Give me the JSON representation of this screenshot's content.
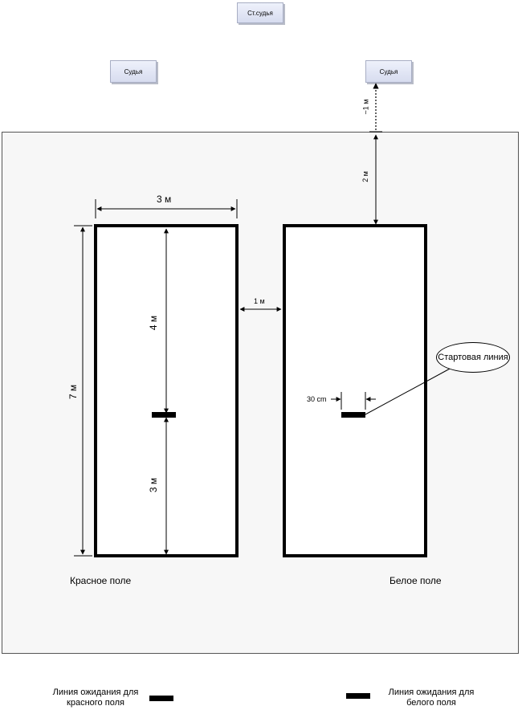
{
  "judges": {
    "chief": "Ст.судья",
    "left": "Судья",
    "right": "Судья"
  },
  "fields": {
    "red": "Красное поле",
    "white": "Белое поле"
  },
  "dimensions": {
    "judge_distance": "~1 м",
    "area_to_field": "2 м",
    "field_width": "3 м",
    "field_length": "7 м",
    "upper_part": "4 м",
    "lower_part": "3 м",
    "fields_gap": "1 м",
    "start_line_length": "30 cm"
  },
  "callout": {
    "start_line": "Стартовая линия"
  },
  "legend": {
    "red_wait": "Линия ожидания для красного поля",
    "white_wait": "Линия ожидания для белого поля"
  }
}
